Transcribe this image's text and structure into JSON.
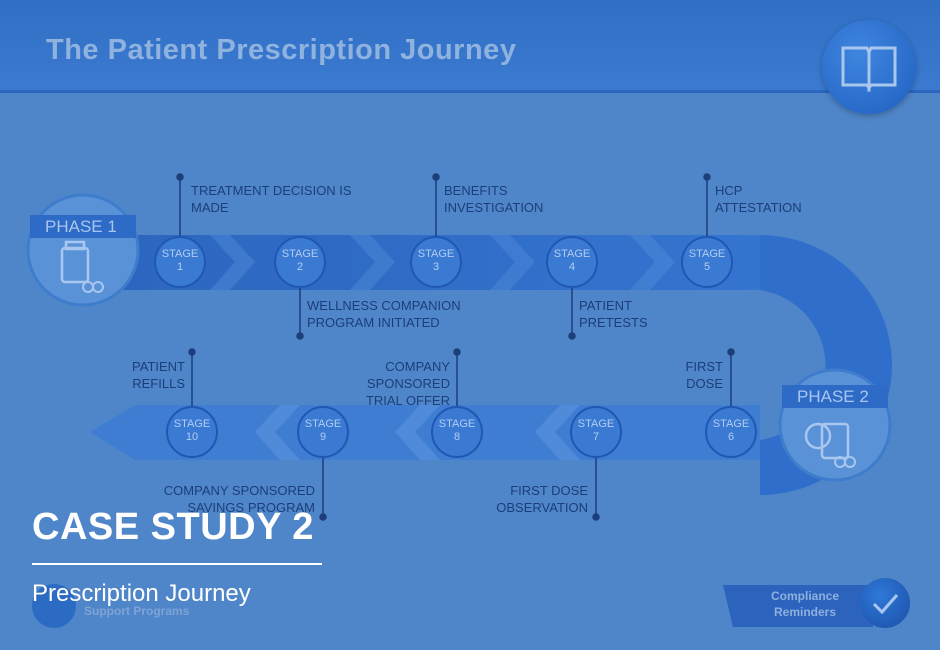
{
  "header": {
    "title": "The Patient Prescription Journey"
  },
  "phases": [
    {
      "label": "PHASE 1"
    },
    {
      "label": "PHASE 2"
    }
  ],
  "stages": [
    {
      "stage_word": "STAGE",
      "number": "1",
      "text": "TREATMENT DECISION IS MADE"
    },
    {
      "stage_word": "STAGE",
      "number": "2",
      "text": "WELLNESS COMPANION PROGRAM INITIATED"
    },
    {
      "stage_word": "STAGE",
      "number": "3",
      "text": "BENEFITS INVESTIGATION"
    },
    {
      "stage_word": "STAGE",
      "number": "4",
      "text": "PATIENT PRETESTS"
    },
    {
      "stage_word": "STAGE",
      "number": "5",
      "text": "HCP ATTESTATION"
    },
    {
      "stage_word": "STAGE",
      "number": "6",
      "text": "FIRST DOSE"
    },
    {
      "stage_word": "STAGE",
      "number": "7",
      "text": "FIRST DOSE OBSERVATION"
    },
    {
      "stage_word": "STAGE",
      "number": "8",
      "text": "COMPANY SPONSORED TRIAL OFFER"
    },
    {
      "stage_word": "STAGE",
      "number": "9",
      "text": "COMPANY SPONSORED SAVINGS PROGRAM"
    },
    {
      "stage_word": "STAGE",
      "number": "10",
      "text": "PATIENT REFILLS"
    }
  ],
  "footer": {
    "left_label": "Support Programs",
    "right_label": "Compliance Reminders"
  },
  "overlay": {
    "title": "CASE STUDY 2",
    "subtitle": "Prescription Journey"
  },
  "colors": {
    "background": "#4f86c9",
    "ribbon": "#2b6ccb",
    "ribbon_dark": "#1d55b0",
    "stage_circle": "#3a7ad3",
    "label_text": "#1c3e7a"
  }
}
